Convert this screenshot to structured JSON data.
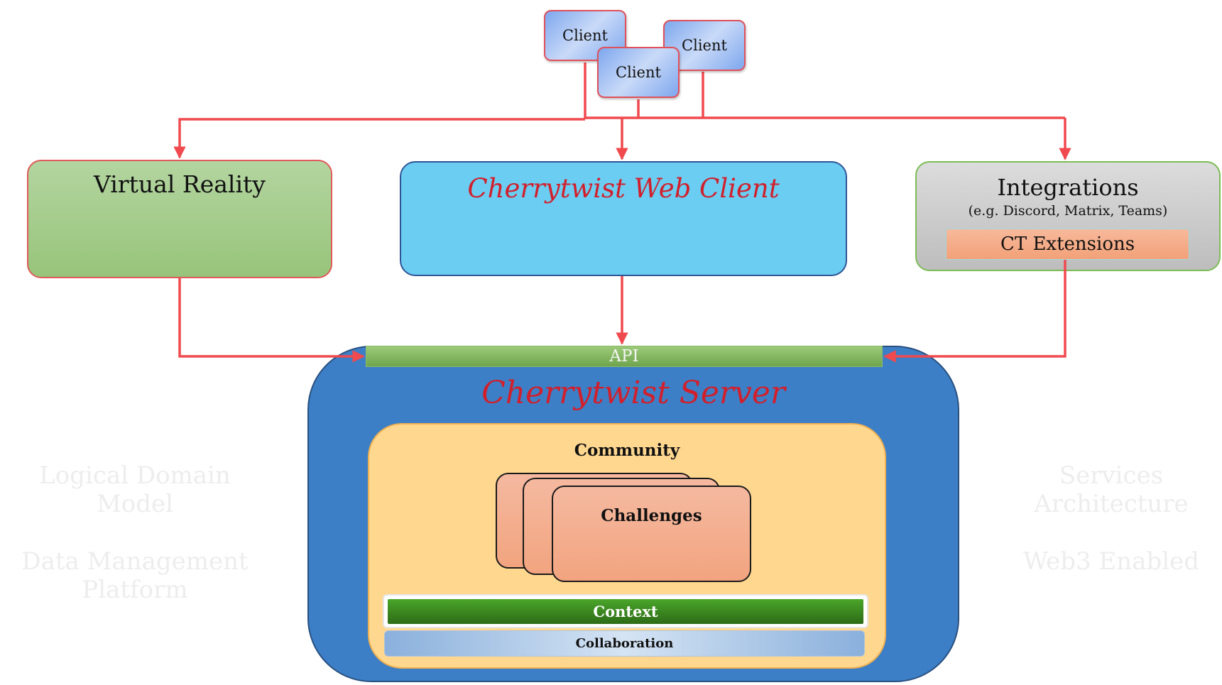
{
  "clients": [
    "Client",
    "Client",
    "Client"
  ],
  "virtual_reality": {
    "title": "Virtual Reality"
  },
  "web_client": {
    "title": "Cherrytwist Web Client"
  },
  "integrations": {
    "title": "Integrations",
    "subtitle": "(e.g. Discord, Matrix, Teams)",
    "extensions_label": "CT Extensions"
  },
  "server": {
    "api_label": "API",
    "title": "Cherrytwist Server",
    "community": {
      "title": "Community",
      "challenges_label": "Challenges",
      "context_label": "Context",
      "collaboration_label": "Collaboration"
    }
  },
  "background_labels": {
    "left_top": "Logical Domain Model",
    "left_bottom": "Data Management Platform",
    "right_top": "Services Architecture",
    "right_bottom": "Web3 Enabled"
  },
  "colors": {
    "connector": "#f04a4f",
    "accent_title": "#d21f2b",
    "server_fill": "#3c7fc6",
    "web_client_fill": "#6bcdf1"
  }
}
